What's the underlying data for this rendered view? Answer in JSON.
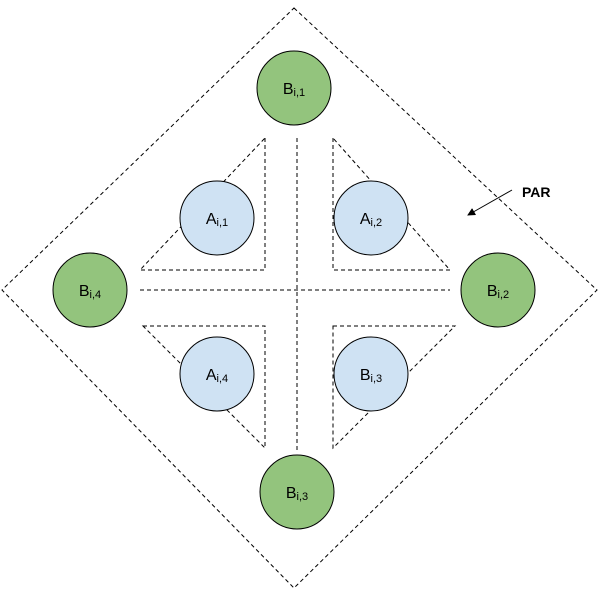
{
  "colors": {
    "a_fill": "#cfe2f3",
    "b_fill": "#93c47d",
    "b3_fill": "#cfe2f3",
    "stroke": "#000000"
  },
  "label_par": "PAR",
  "nodes": [
    {
      "id": "a-i-1",
      "base": "A",
      "sub": "i,1",
      "kind": "a"
    },
    {
      "id": "a-i-2",
      "base": "A",
      "sub": "i,2",
      "kind": "a"
    },
    {
      "id": "a-i-4",
      "base": "A",
      "sub": "i,4",
      "kind": "a"
    },
    {
      "id": "b-i-3-center",
      "base": "B",
      "sub": "i,3",
      "kind": "a"
    },
    {
      "id": "b-i-1",
      "base": "B",
      "sub": "i,1",
      "kind": "b"
    },
    {
      "id": "b-i-2",
      "base": "B",
      "sub": "i,2",
      "kind": "b"
    },
    {
      "id": "b-i-3",
      "base": "B",
      "sub": "i,3",
      "kind": "b"
    },
    {
      "id": "b-i-4",
      "base": "B",
      "sub": "i,4",
      "kind": "b"
    }
  ]
}
